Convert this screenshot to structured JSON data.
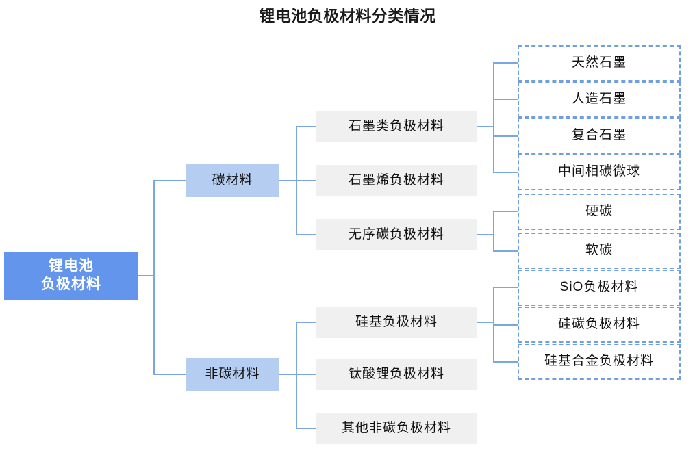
{
  "title": "锂电池负极材料分类情况",
  "colors": {
    "root_fill": "#6495ed",
    "root_text": "#ffffff",
    "level2_fill": "#b5cdf0",
    "level3_fill": "#f0f0f0",
    "leaf_border": "#6f9fe0",
    "connector": "#7aa6e3",
    "text": "#111111"
  },
  "root": {
    "line1": "锂电池",
    "line2": "负极材料"
  },
  "branches": [
    {
      "label": "碳材料",
      "children": [
        {
          "label": "石墨类负极材料",
          "leaves": [
            "天然石墨",
            "人造石墨",
            "复合石墨",
            "中间相碳微球"
          ]
        },
        {
          "label": "石墨烯负极材料",
          "leaves": []
        },
        {
          "label": "无序碳负极材料",
          "leaves": [
            "硬碳",
            "软碳"
          ]
        }
      ]
    },
    {
      "label": "非碳材料",
      "children": [
        {
          "label": "硅基负极材料",
          "leaves": [
            "SiO负极材料",
            "硅碳负极材料",
            "硅基合金负极材料"
          ]
        },
        {
          "label": "钛酸锂负极材料",
          "leaves": []
        },
        {
          "label": "其他非碳负极材料",
          "leaves": []
        }
      ]
    }
  ]
}
